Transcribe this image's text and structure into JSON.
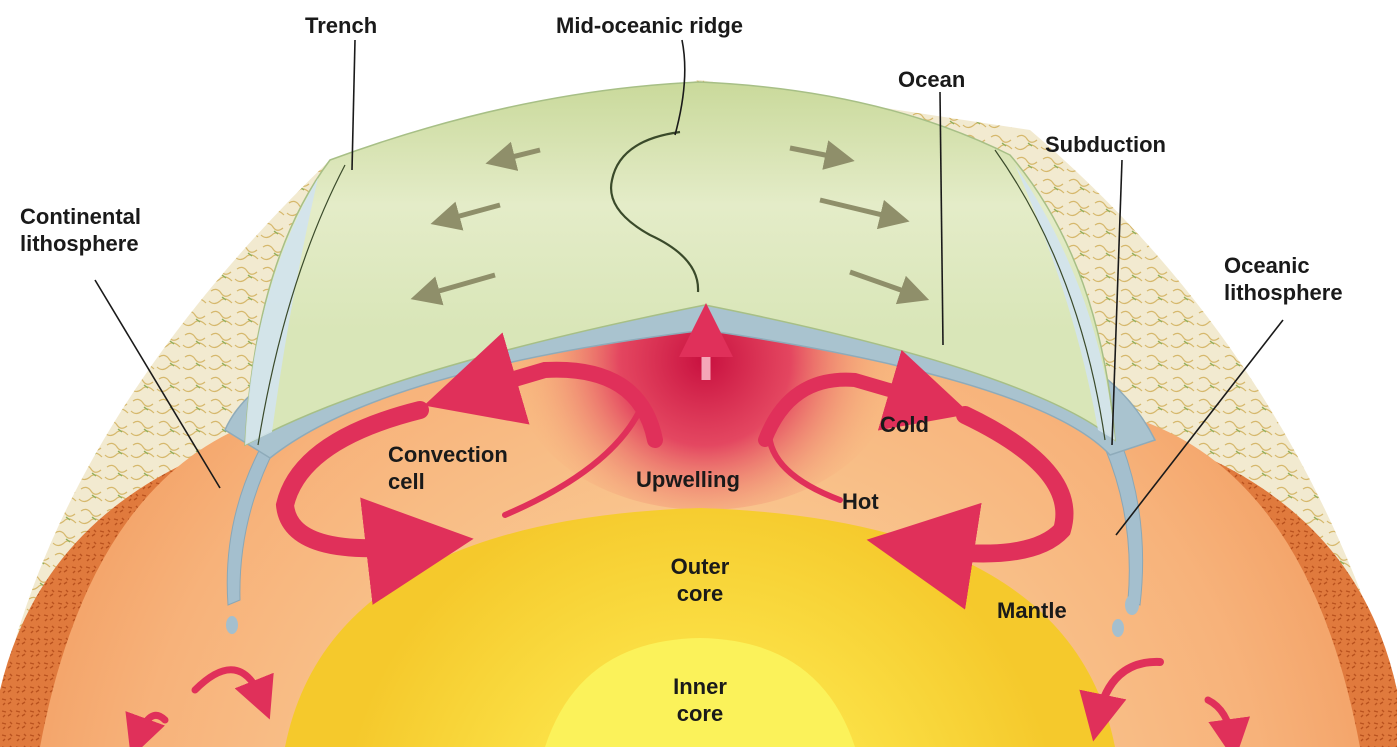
{
  "labels": {
    "trench": "Trench",
    "ridge": "Mid-oceanic ridge",
    "ocean": "Ocean",
    "subduction": "Subduction",
    "continental_line1": "Continental",
    "continental_line2": "lithosphere",
    "oceanic_line1": "Oceanic",
    "oceanic_line2": "lithosphere",
    "convection_line1": "Convection",
    "convection_line2": "cell",
    "upwelling": "Upwelling",
    "cold": "Cold",
    "hot": "Hot",
    "outer_core_line1": "Outer",
    "outer_core_line2": "core",
    "mantle": "Mantle",
    "inner_core_line1": "Inner",
    "inner_core_line2": "core"
  },
  "colors": {
    "ocean_surface": "#dfe9c0",
    "lithosphere_band": "#a7c2cf",
    "mantle": "#f7b57a",
    "upwelling": "#d8174a",
    "outer_core": "#f7db3a",
    "inner_core": "#fbf256",
    "convection_arrow": "#e0305a",
    "continental_crust": "#d96f32"
  }
}
